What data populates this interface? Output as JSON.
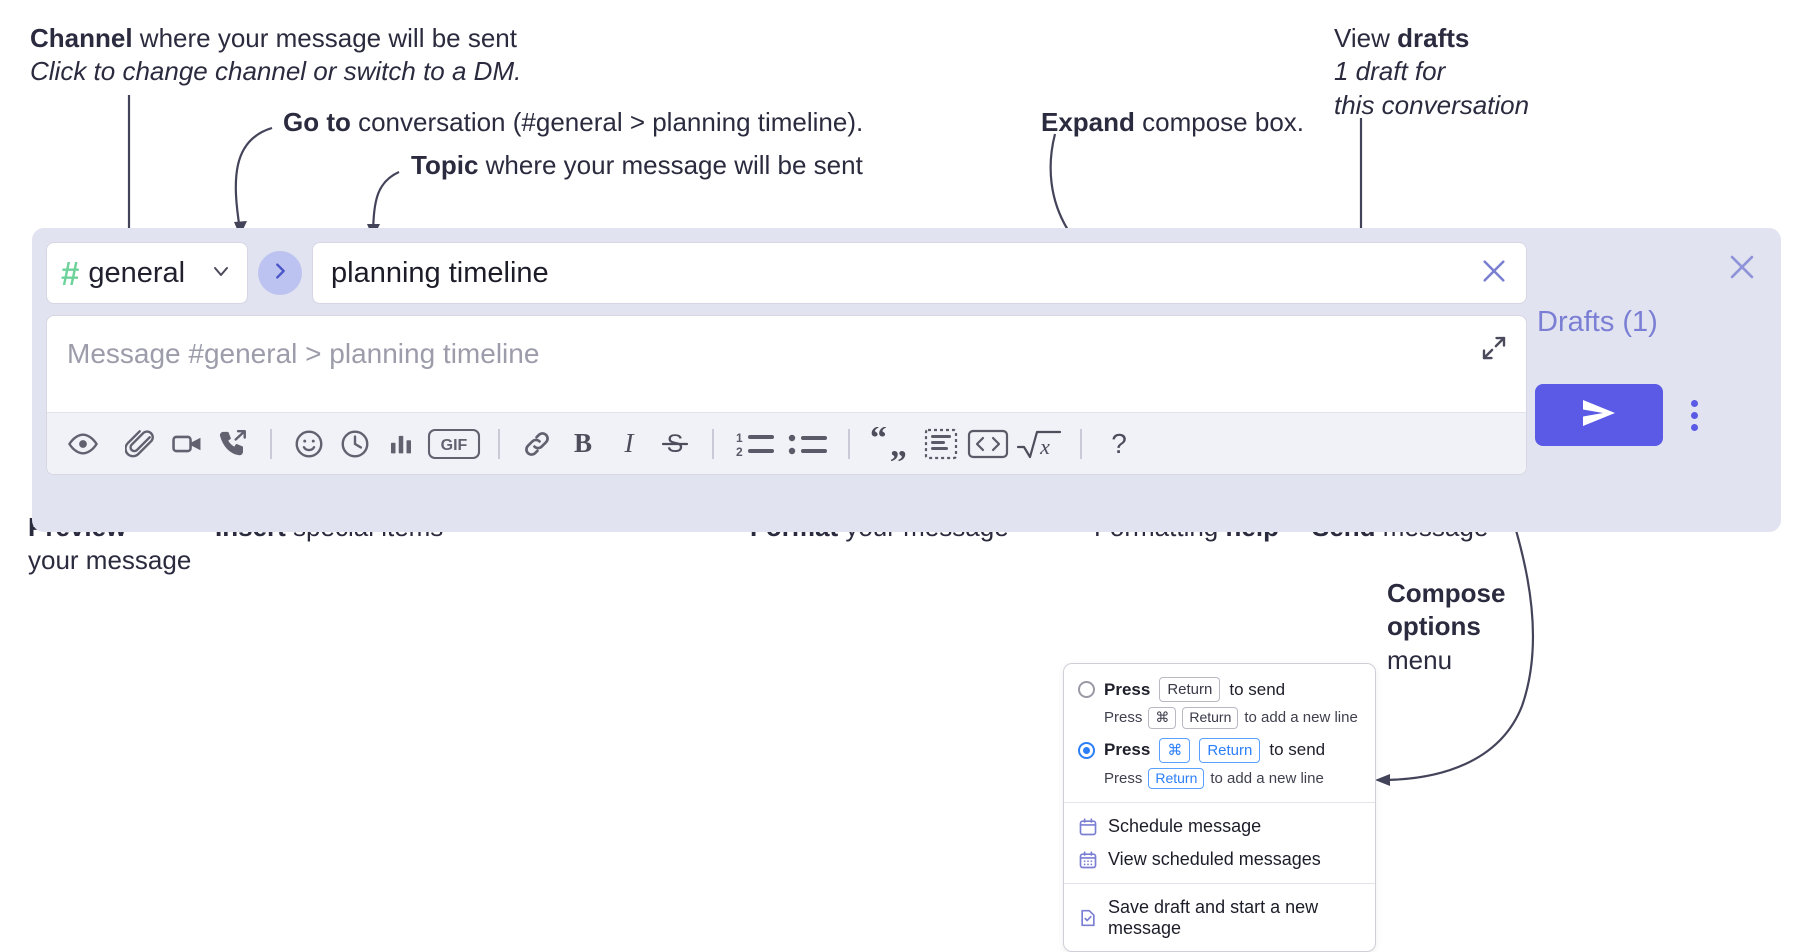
{
  "annotations": {
    "channel": {
      "bold": "Channel",
      "rest": " where your message will be sent",
      "italic": "Click to change channel or switch to a DM."
    },
    "goto": {
      "bold": "Go to",
      "rest": " conversation (#general > planning timeline)."
    },
    "topic": {
      "bold": "Topic",
      "rest": " where your message will be sent"
    },
    "expand": {
      "bold": "Expand",
      "rest": " compose box."
    },
    "drafts": {
      "bold_prefix": "View ",
      "bold": "drafts",
      "italic1": "1 draft for",
      "italic2": "this conversation"
    },
    "preview": {
      "bold": "Preview",
      "rest": "your message"
    },
    "insert": {
      "bold": "Insert",
      "rest": " special items"
    },
    "format": {
      "bold": "Format",
      "rest": " your message"
    },
    "help": {
      "pre": "Formatting ",
      "bold": "help"
    },
    "send": {
      "bold": "Send",
      "rest": " message"
    },
    "compose_options": {
      "bold1": "Compose",
      "bold2": "options",
      "rest": "menu"
    }
  },
  "compose": {
    "channel": {
      "hash": "#",
      "name": "general",
      "chevron_icon": "chevron-down-icon"
    },
    "goto_button_icon": "chevron-right-icon",
    "topic": {
      "value": "planning timeline",
      "clear_icon": "close-icon"
    },
    "message": {
      "placeholder": "Message #general > planning timeline",
      "value": ""
    },
    "expand_icon": "expand-icon",
    "close_icon": "close-icon",
    "drafts_label": "Drafts (1)",
    "send_icon": "send-icon",
    "options_icon": "kebab-menu-icon",
    "toolbar": [
      {
        "name": "preview-button",
        "icon": "eye-icon"
      },
      {
        "type": "gap"
      },
      {
        "name": "attach-button",
        "icon": "paperclip-icon"
      },
      {
        "name": "video-button",
        "icon": "video-camera-icon"
      },
      {
        "name": "huddle-button",
        "icon": "phone-arrow-icon"
      },
      {
        "type": "sep"
      },
      {
        "name": "emoji-button",
        "icon": "smiley-icon"
      },
      {
        "name": "reminder-button",
        "icon": "clock-icon"
      },
      {
        "name": "poll-button",
        "icon": "bar-chart-icon"
      },
      {
        "name": "gif-button",
        "icon": "gif-icon",
        "label": "GIF"
      },
      {
        "type": "sep"
      },
      {
        "name": "link-button",
        "icon": "link-icon"
      },
      {
        "name": "bold-button",
        "icon": "bold-icon",
        "label": "B"
      },
      {
        "name": "italic-button",
        "icon": "italic-icon",
        "label": "I"
      },
      {
        "name": "strikethrough-button",
        "icon": "strikethrough-icon",
        "label": "S"
      },
      {
        "type": "sep"
      },
      {
        "name": "ordered-list-button",
        "icon": "ordered-list-icon"
      },
      {
        "name": "bulleted-list-button",
        "icon": "bulleted-list-icon"
      },
      {
        "type": "sep"
      },
      {
        "name": "blockquote-button",
        "icon": "quote-icon"
      },
      {
        "name": "code-block-button",
        "icon": "code-block-icon"
      },
      {
        "name": "code-snippet-button",
        "icon": "code-brackets-icon"
      },
      {
        "name": "math-button",
        "icon": "square-root-icon"
      },
      {
        "type": "sep"
      },
      {
        "name": "formatting-help-button",
        "icon": "question-mark-icon",
        "label": "?"
      }
    ]
  },
  "options_menu": {
    "option1": {
      "selected": false,
      "press": "Press",
      "key": "Return",
      "tail": "to send",
      "sub_press": "Press",
      "sub_key1": "⌘",
      "sub_key2": "Return",
      "sub_tail": "to add a new line"
    },
    "option2": {
      "selected": true,
      "press": "Press",
      "key1": "⌘",
      "key2": "Return",
      "tail": "to send",
      "sub_press": "Press",
      "sub_key": "Return",
      "sub_tail": "to add a new line"
    },
    "items": [
      {
        "label": "Schedule message",
        "icon": "calendar-icon"
      },
      {
        "label": "View scheduled messages",
        "icon": "calendar-grid-icon"
      },
      {
        "label": "Save draft and start a new message",
        "icon": "document-check-icon",
        "divider_before": true
      }
    ]
  },
  "colors": {
    "compose_bg": "#e2e3f1",
    "accent_purple": "#5a5ae6",
    "drafts_text": "#7b7fd4",
    "hash_green": "#6ed39a",
    "goto_circle": "#bcc3f0",
    "text_dark": "#2b2b3f",
    "radio_blue": "#2d7ff9"
  }
}
